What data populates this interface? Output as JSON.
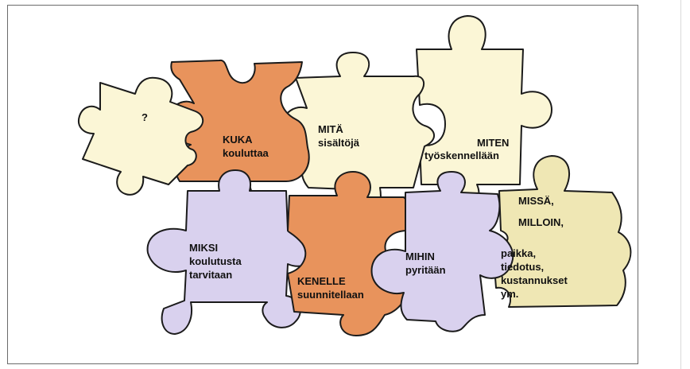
{
  "colors": {
    "cream": "#fbf6d6",
    "orange": "#e8935c",
    "lavender": "#d9d1ee",
    "khaki": "#efe7b4"
  },
  "pieces": {
    "question": {
      "line1": "?"
    },
    "kuka": {
      "line1": "KUKA",
      "line2": "kouluttaa"
    },
    "mita": {
      "line1": "MITÄ",
      "line2": "sisältöjä"
    },
    "miten": {
      "line1": "MITEN",
      "line2": "työskennellään"
    },
    "miksi": {
      "line1": "MIKSI",
      "line2": "koulutusta",
      "line3": "tarvitaan"
    },
    "kenelle": {
      "line1": "KENELLE",
      "line2": "suunnitellaan"
    },
    "mihin": {
      "line1": "MIHIN",
      "line2": "pyritään"
    },
    "missa": {
      "line1": "MISSÄ,",
      "line2": "MILLOIN,",
      "line3": "paikka,",
      "line4": "tiedotus,",
      "line5": "kustannukset",
      "line6": "ym."
    }
  }
}
